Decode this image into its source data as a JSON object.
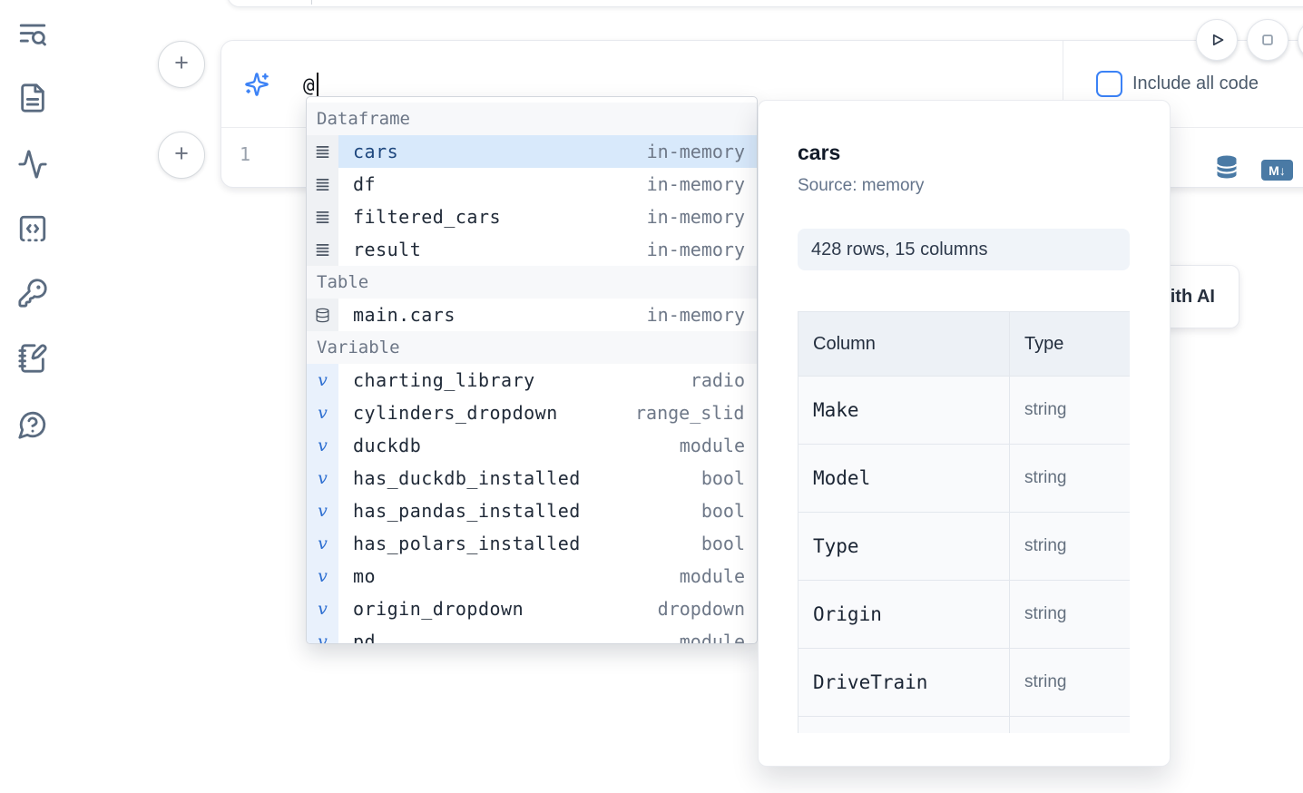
{
  "sidebar": {
    "items": [
      {
        "name": "list-search"
      },
      {
        "name": "file-text"
      },
      {
        "name": "activity"
      },
      {
        "name": "snippets"
      },
      {
        "name": "key"
      },
      {
        "name": "scratchpad"
      },
      {
        "name": "help"
      }
    ]
  },
  "toolbar": {
    "include_all_code_label": "Include all code"
  },
  "ai_prompt": {
    "value": "@"
  },
  "editor_cell": {
    "line_number": "1",
    "markdown_badge": "M↓"
  },
  "autocomplete": {
    "sections": [
      {
        "label": "Dataframe",
        "items": [
          {
            "icon": "rows",
            "name": "cars",
            "detail": "in-memory",
            "selected": true
          },
          {
            "icon": "rows",
            "name": "df",
            "detail": "in-memory"
          },
          {
            "icon": "rows",
            "name": "filtered_cars",
            "detail": "in-memory"
          },
          {
            "icon": "rows",
            "name": "result",
            "detail": "in-memory"
          }
        ]
      },
      {
        "label": "Table",
        "items": [
          {
            "icon": "table",
            "name": "main.cars",
            "detail": "in-memory"
          }
        ]
      },
      {
        "label": "Variable",
        "items": [
          {
            "icon": "variable",
            "name": "charting_library",
            "detail": "radio"
          },
          {
            "icon": "variable",
            "name": "cylinders_dropdown",
            "detail": "range_slider"
          },
          {
            "icon": "variable",
            "name": "duckdb",
            "detail": "module"
          },
          {
            "icon": "variable",
            "name": "has_duckdb_installed",
            "detail": "bool"
          },
          {
            "icon": "variable",
            "name": "has_pandas_installed",
            "detail": "bool"
          },
          {
            "icon": "variable",
            "name": "has_polars_installed",
            "detail": "bool"
          },
          {
            "icon": "variable",
            "name": "mo",
            "detail": "module"
          },
          {
            "icon": "variable",
            "name": "origin_dropdown",
            "detail": "dropdown"
          },
          {
            "icon": "variable",
            "name": "pd",
            "detail": "module",
            "clipped": true
          }
        ]
      }
    ]
  },
  "ai_button": {
    "label": "Generate with AI"
  },
  "preview": {
    "title": "cars",
    "source": "Source: memory",
    "shape": "428 rows, 15 columns",
    "table": {
      "headers": [
        "Column",
        "Type"
      ],
      "rows": [
        [
          "Make",
          "string"
        ],
        [
          "Model",
          "string"
        ],
        [
          "Type",
          "string"
        ],
        [
          "Origin",
          "string"
        ],
        [
          "DriveTrain",
          "string"
        ]
      ],
      "partial_row": true
    }
  },
  "colors": {
    "accent_blue": "#3b82f6",
    "steel_blue": "#4a7aa5",
    "selected_row_bg": "#d8e9fb",
    "selected_row_text": "#1e477e",
    "icon_gray": "#5a6b80"
  }
}
